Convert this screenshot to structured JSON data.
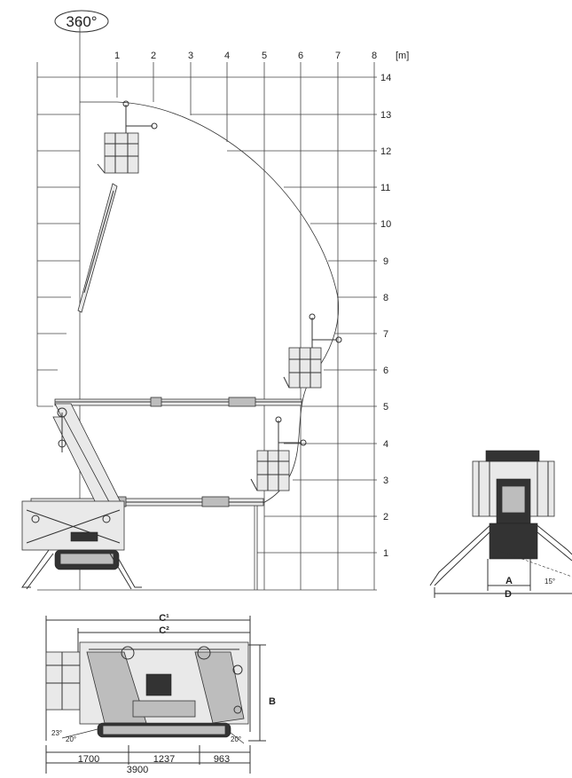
{
  "rotation_badge": "360°",
  "grid": {
    "unit_label": "[m]",
    "x_labels": [
      "1",
      "2",
      "3",
      "4",
      "5",
      "6",
      "7",
      "8"
    ],
    "y_labels": [
      "1",
      "2",
      "3",
      "4",
      "5",
      "6",
      "7",
      "8",
      "9",
      "10",
      "11",
      "12",
      "13",
      "14"
    ]
  },
  "front_view": {
    "dim_a": "A",
    "dim_d": "D",
    "angle": "15°"
  },
  "top_view": {
    "dim_c1": "C¹",
    "dim_c2": "C²",
    "dim_b": "B",
    "angle_left_outer": "23°",
    "angle_left_inner": "20°",
    "angle_right": "20°",
    "seg_1": "1700",
    "seg_2": "1237",
    "seg_3": "963",
    "total": "3900"
  }
}
